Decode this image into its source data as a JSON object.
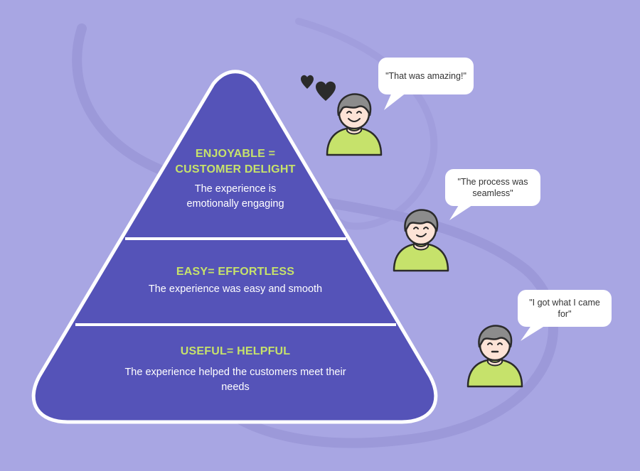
{
  "colors": {
    "background": "#a8a6e3",
    "swirl": "#9c99d9",
    "pyramid_fill": "#5553b8",
    "pyramid_outline": "#ffffff",
    "title_text": "#c6e26b",
    "body_text": "#ffffff",
    "shirt": "#c6e26b",
    "hair": "#8c8c8c",
    "skin": "#fde3d6",
    "outline": "#2b2b2b"
  },
  "tiers": [
    {
      "title_line1": "ENJOYABLE =",
      "title_line2": "CUSTOMER DELIGHT",
      "desc_line1": "The experience is",
      "desc_line2": "emotionally engaging"
    },
    {
      "title_line1": "EASY= EFFORTLESS",
      "desc_line1": "The experience was easy and smooth"
    },
    {
      "title_line1": "USEFUL= HELPFUL",
      "desc_line1": "The experience helped the customers meet their",
      "desc_line2": "needs"
    }
  ],
  "quotes": [
    {
      "line1": "\"That was amazing!\"",
      "expression": "happy"
    },
    {
      "line1": "\"The process was",
      "line2": "seamless\"",
      "expression": "smiling"
    },
    {
      "line1": "\"I got what I came",
      "line2": "for\"",
      "expression": "neutral"
    }
  ],
  "icons": [
    "heart-icon",
    "heart-icon",
    "person-icon",
    "person-icon",
    "person-icon",
    "speech-bubble-icon"
  ]
}
